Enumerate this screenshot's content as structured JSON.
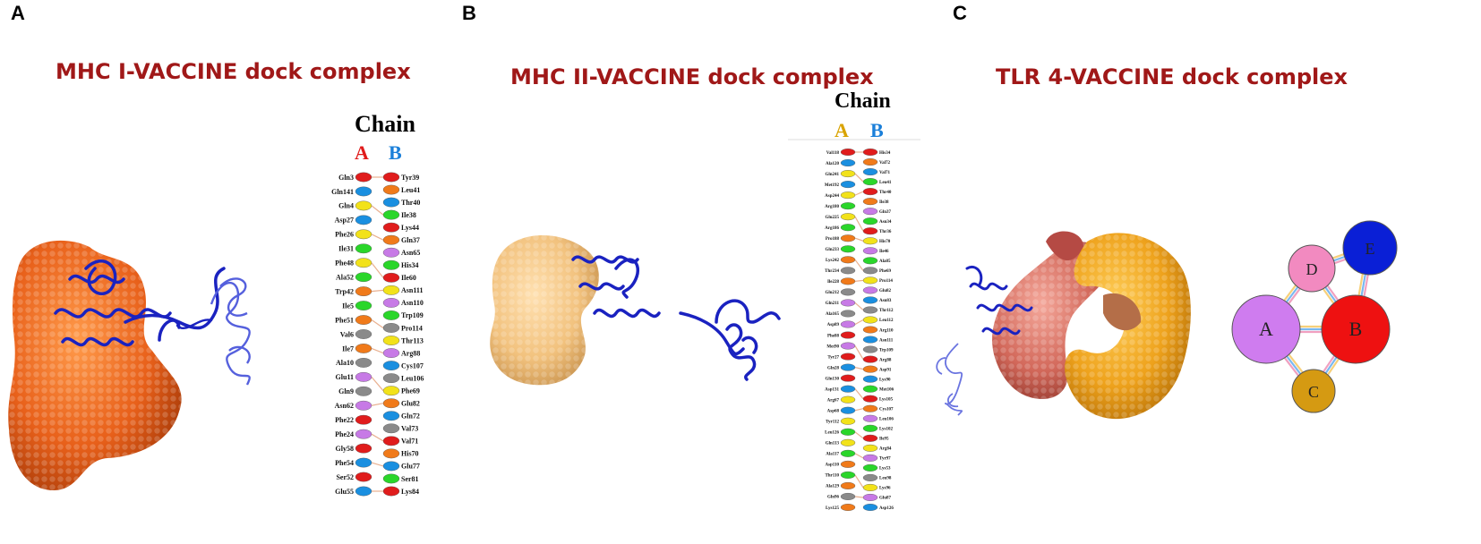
{
  "panels": {
    "a": {
      "letter": "A",
      "title": "MHC I-VACCINE dock complex"
    },
    "b": {
      "letter": "B",
      "title": "MHC II-VACCINE dock complex"
    },
    "c": {
      "letter": "C",
      "title": "TLR 4-VACCINE dock complex"
    }
  },
  "chain_header": {
    "title": "Chain",
    "left": "A",
    "right": "B"
  },
  "colors": {
    "title": "#a01818",
    "receptor_orange": "#e8601a",
    "receptor_tan": "#f2c27e",
    "vaccine_blue": "#1a22c0",
    "chain_a_letter_panel_a": "#e01c1c",
    "chain_a_letter_panel_b": "#d9a300",
    "chain_b_letter": "#1a7fd9"
  },
  "panel_a_residues": {
    "chain_a": [
      "Gln3",
      "Gln141",
      "Gln4",
      "Asp27",
      "Phe26",
      "Ile31",
      "Phe48",
      "Ala52",
      "Trp42",
      "Ile5",
      "Phe51",
      "Val6",
      "Ile7",
      "Ala10",
      "Glu11",
      "Gln9",
      "Asn62",
      "Phe22",
      "Phe24",
      "Gly58",
      "Phe54",
      "Ser52",
      "Glu55"
    ],
    "chain_b": [
      "Tyr39",
      "Leu41",
      "Thr40",
      "Ile38",
      "Lys44",
      "Gln37",
      "Asn65",
      "His34",
      "Ile60",
      "Asn111",
      "Asn110",
      "Trp109",
      "Pro114",
      "Thr113",
      "Arg88",
      "Cys107",
      "Leu106",
      "Phe69",
      "Glu82",
      "Gln72",
      "Val73",
      "Val71",
      "His70",
      "Glu77",
      "Ser81",
      "Lys84"
    ]
  },
  "panel_b_residues": {
    "chain_a": [
      "Val118",
      "Ala120",
      "Gln241",
      "Met192",
      "Asp244",
      "Arg180",
      "Glu225",
      "Arg186",
      "Pro188",
      "Gln233",
      "Lys242",
      "Thr234",
      "Ile228",
      "Glu212",
      "Gln211",
      "Ala165",
      "Asp89",
      "Phe88",
      "Met90",
      "Tyr27",
      "Gln28",
      "Gln130",
      "Asp131",
      "Arg67",
      "Asp68",
      "Tyr112",
      "Leu126",
      "Gln113",
      "Ala117",
      "Asp110",
      "Thr110",
      "Ala129",
      "Gln96",
      "Lys125"
    ],
    "chain_b": [
      "His34",
      "Val72",
      "Val71",
      "Leu41",
      "Thr40",
      "Ile38",
      "Gln37",
      "Asn34",
      "Thr36",
      "His70",
      "Ile46",
      "Ala85",
      "Phe69",
      "Pro114",
      "Glu82",
      "Asn83",
      "Thr112",
      "Leu112",
      "Arg110",
      "Asn111",
      "Trp109",
      "Arg88",
      "Asp91",
      "Lys90",
      "Met106",
      "Lys105",
      "Cys107",
      "Leu106",
      "Lys102",
      "Ile95",
      "Arg84",
      "Tyr97",
      "Lys53",
      "Leu98",
      "Lys96",
      "Glu87",
      "Asp126"
    ]
  },
  "tlr4_network": {
    "nodes": [
      {
        "id": "A",
        "color": "#cf7cef"
      },
      {
        "id": "B",
        "color": "#ee1111"
      },
      {
        "id": "C",
        "color": "#d59a12"
      },
      {
        "id": "D",
        "color": "#f28ac0"
      },
      {
        "id": "E",
        "color": "#0a1fd6"
      }
    ],
    "edges": [
      [
        "A",
        "D"
      ],
      [
        "A",
        "B"
      ],
      [
        "A",
        "C"
      ],
      [
        "B",
        "C"
      ],
      [
        "B",
        "D"
      ],
      [
        "B",
        "E"
      ],
      [
        "D",
        "E"
      ]
    ]
  }
}
